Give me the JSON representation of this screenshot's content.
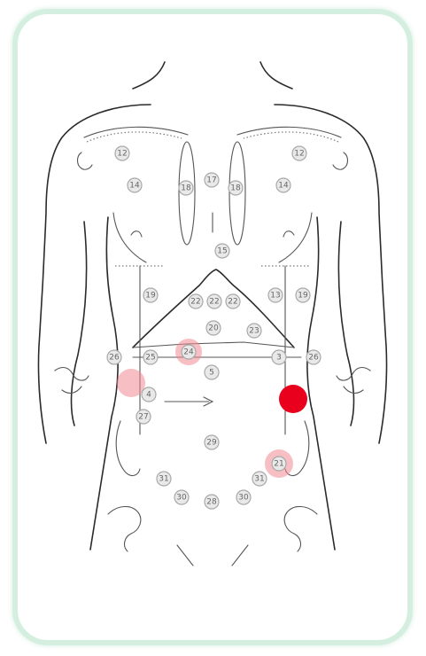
{
  "points": [
    {
      "id": "p12-l",
      "label": "12"
    },
    {
      "id": "p12-r",
      "label": "12"
    },
    {
      "id": "p14-l",
      "label": "14"
    },
    {
      "id": "p14-r",
      "label": "14"
    },
    {
      "id": "p17",
      "label": "17"
    },
    {
      "id": "p18-l",
      "label": "18"
    },
    {
      "id": "p18-r",
      "label": "18"
    },
    {
      "id": "p15",
      "label": "15"
    },
    {
      "id": "p19-l",
      "label": "19"
    },
    {
      "id": "p19-r",
      "label": "19"
    },
    {
      "id": "p22-a",
      "label": "22"
    },
    {
      "id": "p22-b",
      "label": "22"
    },
    {
      "id": "p22-c",
      "label": "22"
    },
    {
      "id": "p13",
      "label": "13"
    },
    {
      "id": "p20",
      "label": "20"
    },
    {
      "id": "p23",
      "label": "23"
    },
    {
      "id": "p24",
      "label": "24"
    },
    {
      "id": "p26-l",
      "label": "26"
    },
    {
      "id": "p26-r",
      "label": "26"
    },
    {
      "id": "p25",
      "label": "25"
    },
    {
      "id": "p5",
      "label": "5"
    },
    {
      "id": "p4",
      "label": "4"
    },
    {
      "id": "p27",
      "label": "27"
    },
    {
      "id": "p29",
      "label": "29"
    },
    {
      "id": "p31",
      "label": "31"
    },
    {
      "id": "p30",
      "label": "30"
    },
    {
      "id": "p28-b",
      "label": "28"
    },
    {
      "id": "p30-r",
      "label": "30"
    },
    {
      "id": "p31-r",
      "label": "31"
    },
    {
      "id": "p21",
      "label": "21"
    },
    {
      "id": "p3",
      "label": "3"
    }
  ],
  "highlight_color": "#e8001c",
  "soft_highlight_color": "#f08a92"
}
